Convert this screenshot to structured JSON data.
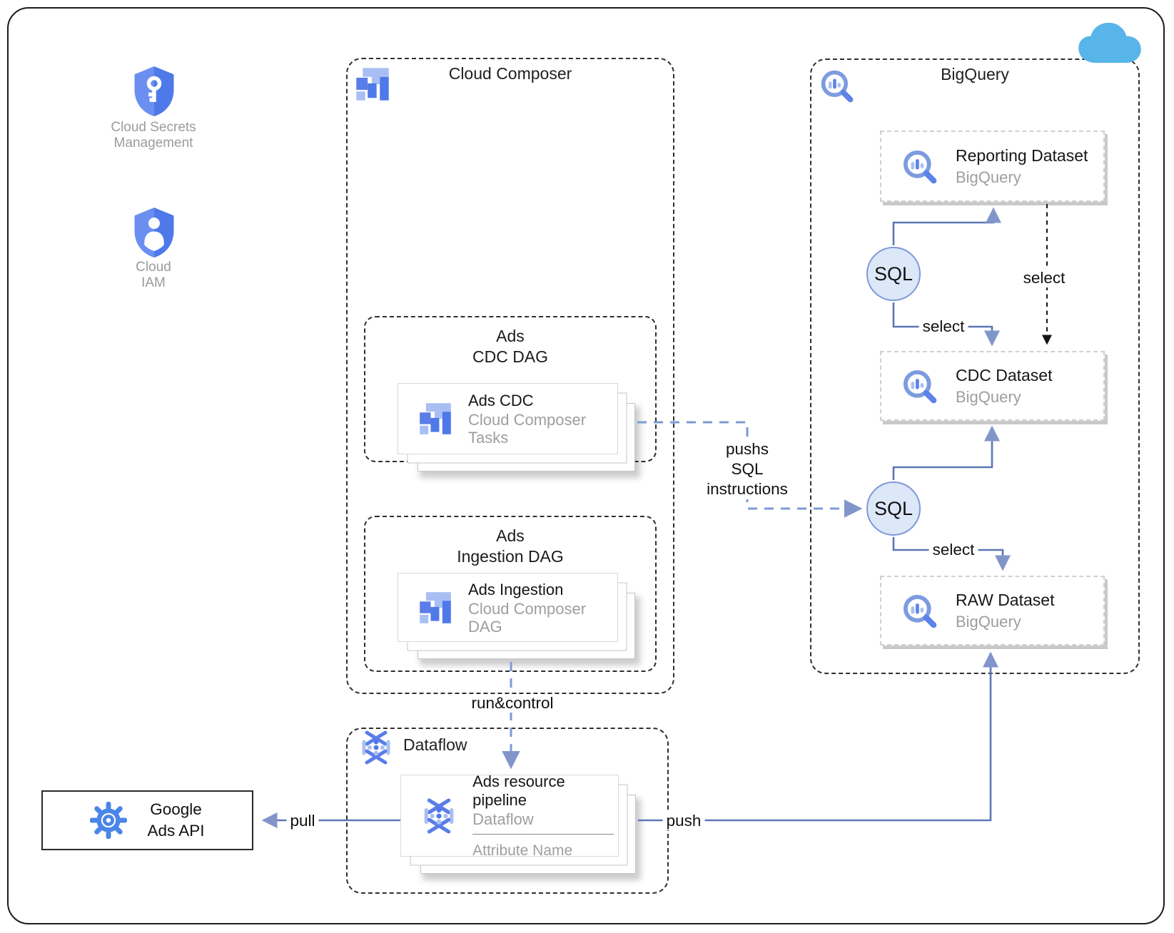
{
  "colors": {
    "accent_blue": "#4a7de9",
    "light_blue": "#a9bff3",
    "line_blue": "#5c77b5",
    "dashed_blue": "#7e99d8",
    "sql_fill": "#dce7f8",
    "gray_text": "#9e9e9e",
    "cloud_blue": "#58b5e9"
  },
  "peripherals": {
    "secrets": {
      "line1": "Cloud Secrets",
      "line2": "Management"
    },
    "iam": {
      "line1": "Cloud",
      "line2": "IAM"
    }
  },
  "composer": {
    "title": "Cloud Composer",
    "cdc_dag": {
      "line1": "Ads",
      "line2": "CDC DAG",
      "card": {
        "title": "Ads CDC",
        "sub1": "Cloud Composer",
        "sub2": "Tasks"
      }
    },
    "ingestion_dag": {
      "line1": "Ads",
      "line2": "Ingestion DAG",
      "card": {
        "title": "Ads Ingestion",
        "sub1": "Cloud Composer",
        "sub2": "DAG"
      }
    }
  },
  "bigquery": {
    "title": "BigQuery",
    "reporting": {
      "title": "Reporting Dataset",
      "sub": "BigQuery"
    },
    "cdc": {
      "title": "CDC Dataset",
      "sub": "BigQuery"
    },
    "raw": {
      "title": "RAW Dataset",
      "sub": "BigQuery"
    },
    "sql_node_top": "SQL",
    "sql_node_bottom": "SQL"
  },
  "dataflow": {
    "title": "Dataflow",
    "card": {
      "title": "Ads resource pipeline",
      "sub": "Dataflow",
      "attribute": "Attribute Name"
    }
  },
  "google_ads_api": {
    "line1": "Google",
    "line2": "Ads API"
  },
  "edges": {
    "push_sql_line1": "pushs",
    "push_sql_line2": "SQL",
    "push_sql_line3": "instructions",
    "select_sql_to_cdc": "select",
    "select_reporting_to_cdc": "select",
    "select_sql_to_raw": "select",
    "run_control": "run&control",
    "pull": "pull",
    "push": "push"
  }
}
